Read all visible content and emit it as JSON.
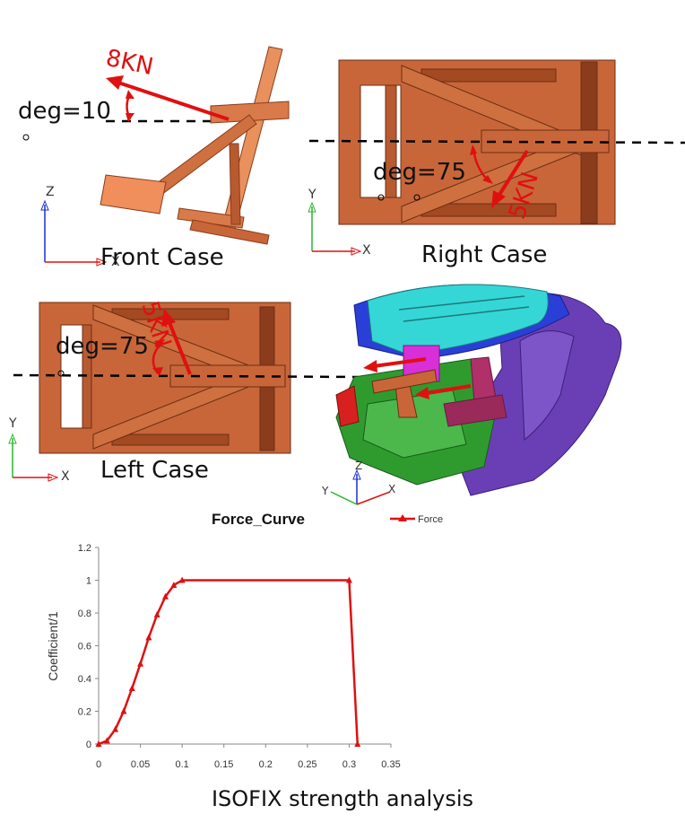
{
  "panels": {
    "front": {
      "label": "Front Case",
      "force": "8KN",
      "angle": "deg=10",
      "axes": [
        "Z",
        "X"
      ]
    },
    "right": {
      "label": "Right  Case",
      "force": "5KN",
      "angle": "deg=75",
      "axes": [
        "Y",
        "X"
      ]
    },
    "left": {
      "label": "Left  Case",
      "force": "5KN",
      "angle": "deg=75",
      "axes": [
        "Y",
        "X"
      ]
    },
    "car": {
      "axes": [
        "Z",
        "Y",
        "X"
      ]
    }
  },
  "colors": {
    "frame": "#c8663a",
    "frame_dark": "#8a3c1c",
    "force": "#e01010",
    "roof": "#35d6d6",
    "body": "#6a3fb5",
    "floor": "#2f9b2f"
  },
  "chart_data": {
    "type": "line",
    "title": "Force_Curve",
    "xlabel": "",
    "ylabel": "Coefficient/1",
    "xlim": [
      0,
      0.35
    ],
    "ylim": [
      0,
      1.2
    ],
    "xticks": [
      "0",
      "0.05",
      "0.1",
      "0.15",
      "0.2",
      "0.25",
      "0.3",
      "0.35"
    ],
    "yticks": [
      "0",
      "0.2",
      "0.4",
      "0.6",
      "0.8",
      "1",
      "1.2"
    ],
    "grid": false,
    "legend": "top-right",
    "series": [
      {
        "name": "Force",
        "color": "#e01010",
        "x": [
          0,
          0.01,
          0.02,
          0.03,
          0.04,
          0.05,
          0.06,
          0.07,
          0.08,
          0.09,
          0.1,
          0.3,
          0.31
        ],
        "y": [
          0,
          0.02,
          0.09,
          0.2,
          0.34,
          0.49,
          0.65,
          0.79,
          0.9,
          0.97,
          1.0,
          1.0,
          0
        ]
      }
    ]
  },
  "caption": "ISOFIX  strength analysis"
}
